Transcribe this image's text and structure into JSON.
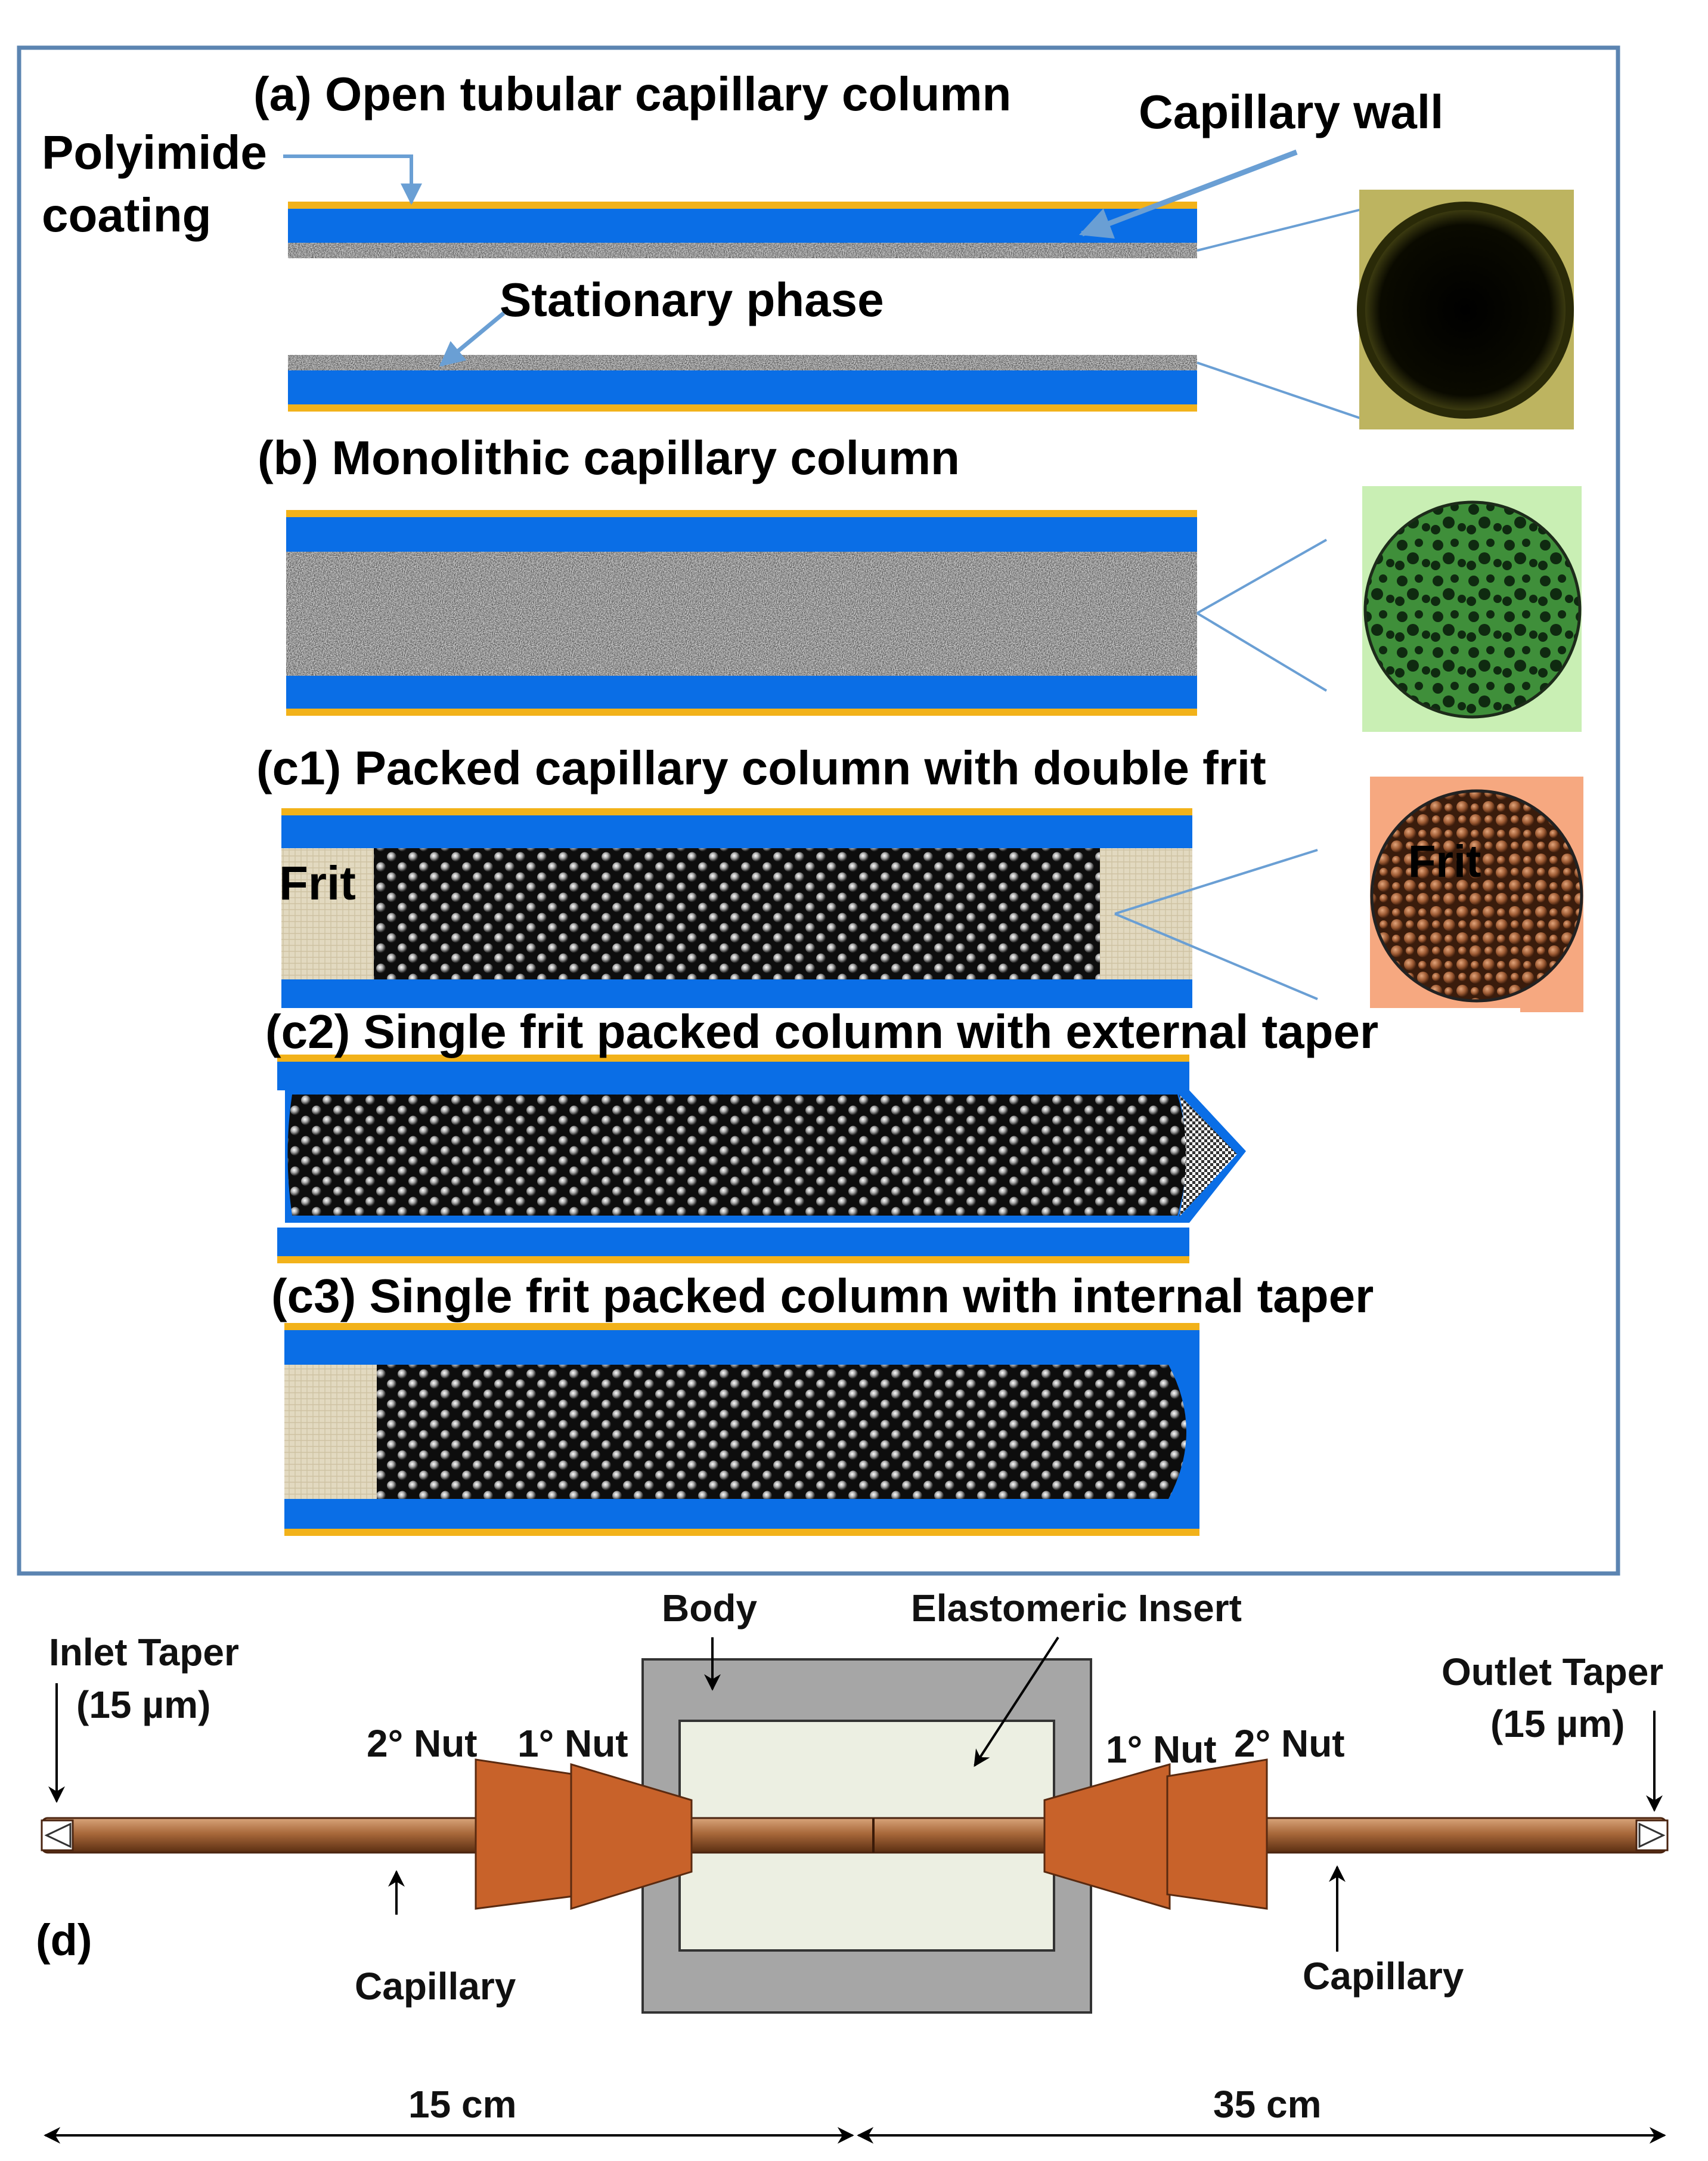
{
  "panels": {
    "a": {
      "title": "(a) Open tubular capillary column",
      "polyimide_label_1": "Polyimide",
      "polyimide_label_2": "coating",
      "wall_label": "Capillary wall",
      "phase_label": "Stationary phase"
    },
    "b": {
      "title": "(b) Monolithic capillary column"
    },
    "c1": {
      "title": "(c1) Packed capillary column with double frit",
      "frit_left": "Frit",
      "frit_inset": "Frit"
    },
    "c2": {
      "title": "(c2) Single frit packed column with  external taper"
    },
    "c3": {
      "title": "(c3) Single frit packed column with internal taper"
    },
    "d": {
      "title": "(d)",
      "inlet_1": "Inlet Taper",
      "inlet_2": "(15 µm)",
      "outlet_1": "Outlet Taper",
      "outlet_2": "(15 µm)",
      "body": "Body",
      "insert": "Elastomeric Insert",
      "nut2_left": "2° Nut",
      "nut1_left": "1° Nut",
      "nut1_right": "1° Nut",
      "nut2_right": "2° Nut",
      "capillary_left": "Capillary",
      "capillary_right": "Capillary",
      "dist_left": "15 cm",
      "dist_right": "35 cm"
    }
  },
  "colors": {
    "frame": "#5b84b1",
    "wall_blue": "#0a6ee6",
    "coating_yellow": "#f2b21a",
    "leader_line": "#6a9fd4",
    "frit_beige": "#ddd3b8",
    "fitting_gray": "#a6a6a6",
    "insert_cream": "#ecefe2",
    "nut_orange": "#c8622a",
    "capillary_brown": "#a8683a"
  }
}
